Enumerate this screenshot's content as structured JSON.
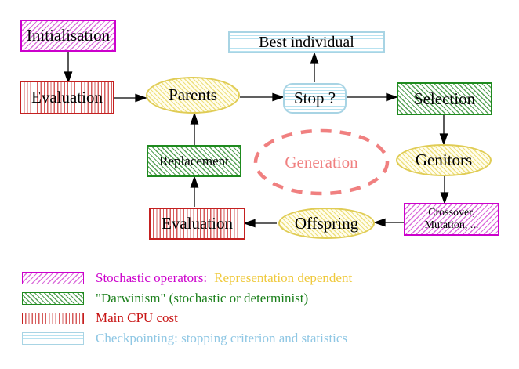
{
  "nodes": {
    "initialisation": {
      "label": "Initialisation"
    },
    "evaluation_top": {
      "label": "Evaluation"
    },
    "parents": {
      "label": "Parents"
    },
    "best_individual": {
      "label": "Best individual"
    },
    "stop": {
      "label": "Stop ?"
    },
    "selection": {
      "label": "Selection"
    },
    "genitors": {
      "label": "Genitors"
    },
    "crossover_mutation": {
      "line1": "Crossover,",
      "line2": "Mutation, ..."
    },
    "offspring": {
      "label": "Offspring"
    },
    "evaluation_bottom": {
      "label": "Evaluation"
    },
    "replacement": {
      "label": "Replacement"
    },
    "generation": {
      "label": "Generation"
    }
  },
  "legend": {
    "items": [
      {
        "pattern": "magenta-diagonal-hatch",
        "label": "Stochastic operators:",
        "label_secondary": "Representation dependent"
      },
      {
        "pattern": "green-diagonal-hatch",
        "label": "\"Darwinism\" (stochastic or determinist)"
      },
      {
        "pattern": "red-vertical-stripes",
        "label": "Main CPU cost"
      },
      {
        "pattern": "cyan-horizontal-stripes",
        "label": "Checkpointing: stopping criterion and statistics"
      }
    ]
  },
  "colors": {
    "magenta": "#cc00cc",
    "gold": "#efc93c",
    "green": "#1e8a1e",
    "red": "#c81414",
    "light_blue": "#8fc7e4",
    "yellow_border": "#e0cc55",
    "coral": "#f08080",
    "arrow": "#000000",
    "background": "#ffffff"
  }
}
